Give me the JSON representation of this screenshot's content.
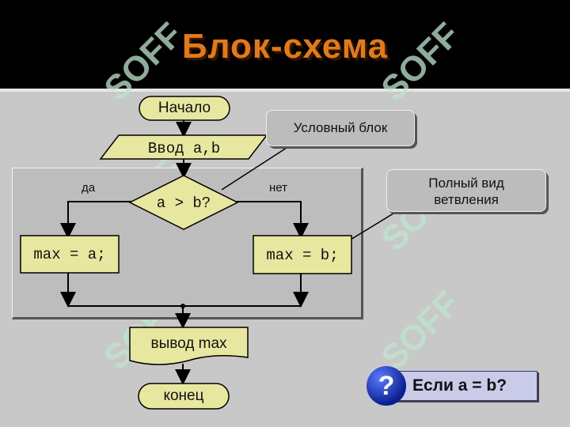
{
  "header": {
    "title": "Блок-схема",
    "logo_text": "SOFF"
  },
  "flowchart": {
    "start": "Начало",
    "input": "Ввод a,b",
    "condition": "a > b?",
    "yes_label": "да",
    "no_label": "нет",
    "left_action": "max = a;",
    "right_action": "max = b;",
    "output": "вывод max",
    "end": "конец"
  },
  "callouts": {
    "condition_block": "Условный блок",
    "full_branch_line1": "Полный вид",
    "full_branch_line2": "ветвления"
  },
  "question": {
    "icon": "?",
    "text": "Если a = b?"
  },
  "colors": {
    "node_fill": "#e8e7a0",
    "title": "#e07a1c"
  }
}
